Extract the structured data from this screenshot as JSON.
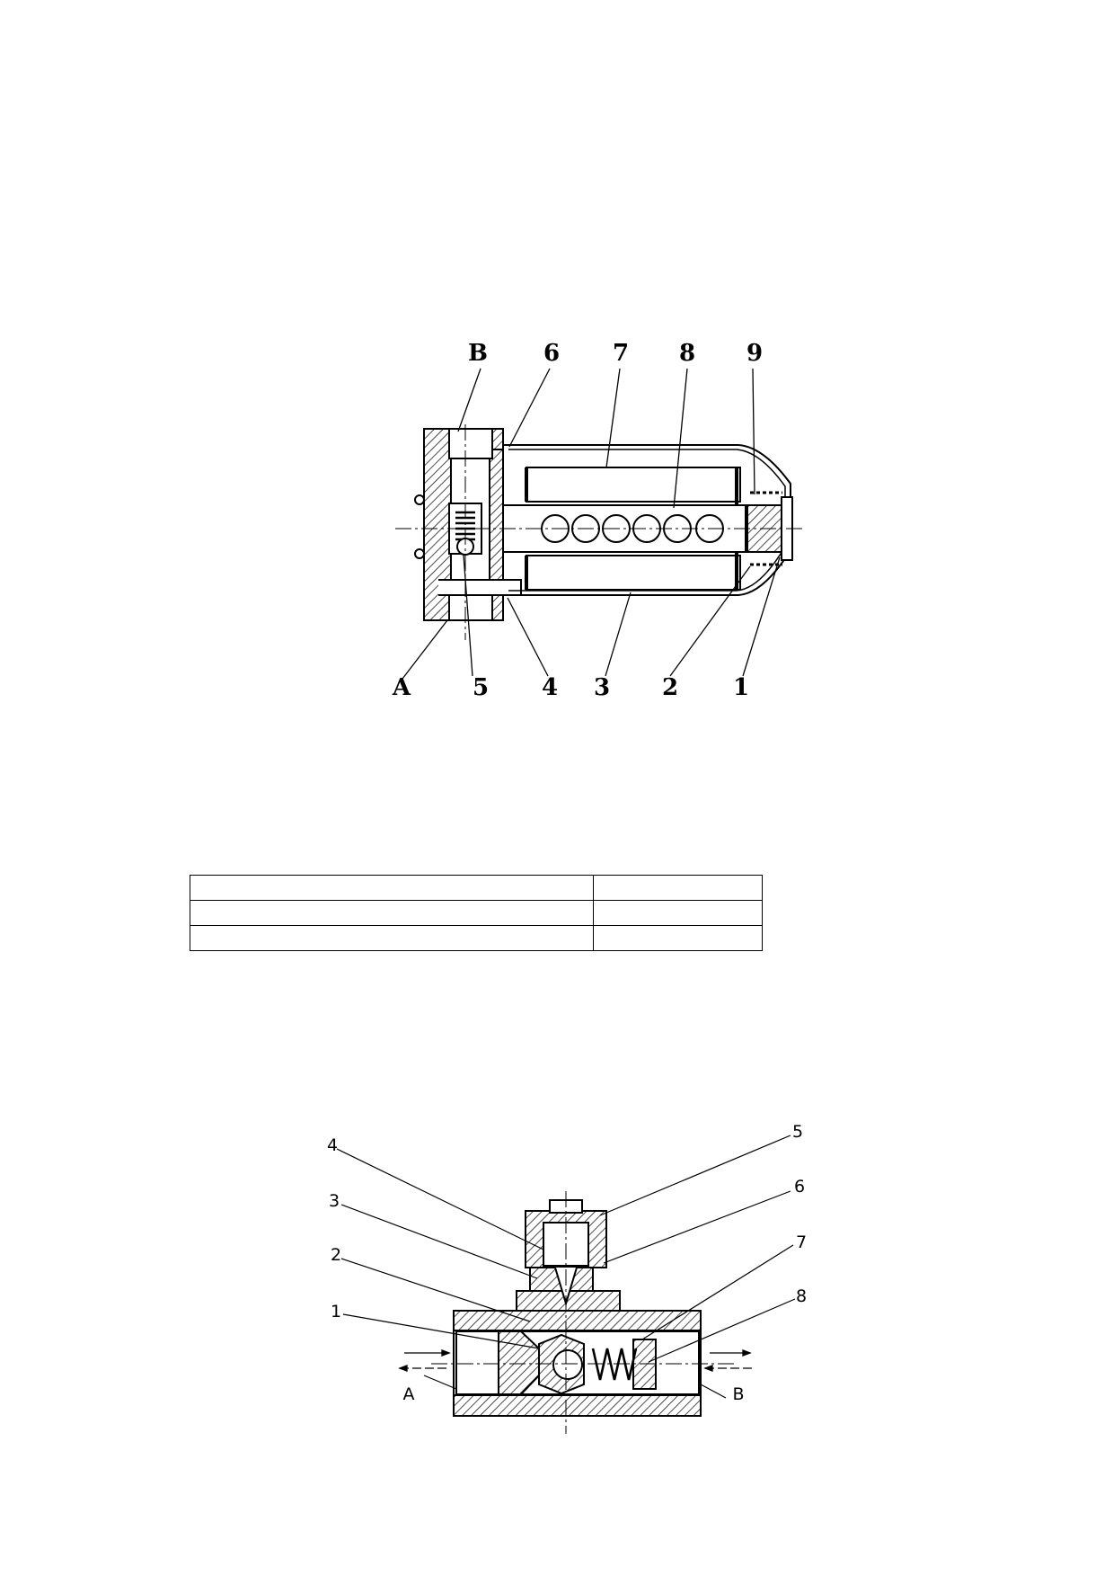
{
  "figure1": {
    "top_labels": [
      "B",
      "6",
      "7",
      "8",
      "9"
    ],
    "bottom_labels": [
      "A",
      "5",
      "4",
      "3",
      "2",
      "1"
    ]
  },
  "table": {
    "rows": [
      [
        "",
        ""
      ],
      [
        "",
        ""
      ],
      [
        "",
        ""
      ]
    ]
  },
  "figure2": {
    "left_labels": [
      "4",
      "3",
      "2",
      "1",
      "A"
    ],
    "right_labels": [
      "5",
      "6",
      "7",
      "8",
      "B"
    ]
  }
}
